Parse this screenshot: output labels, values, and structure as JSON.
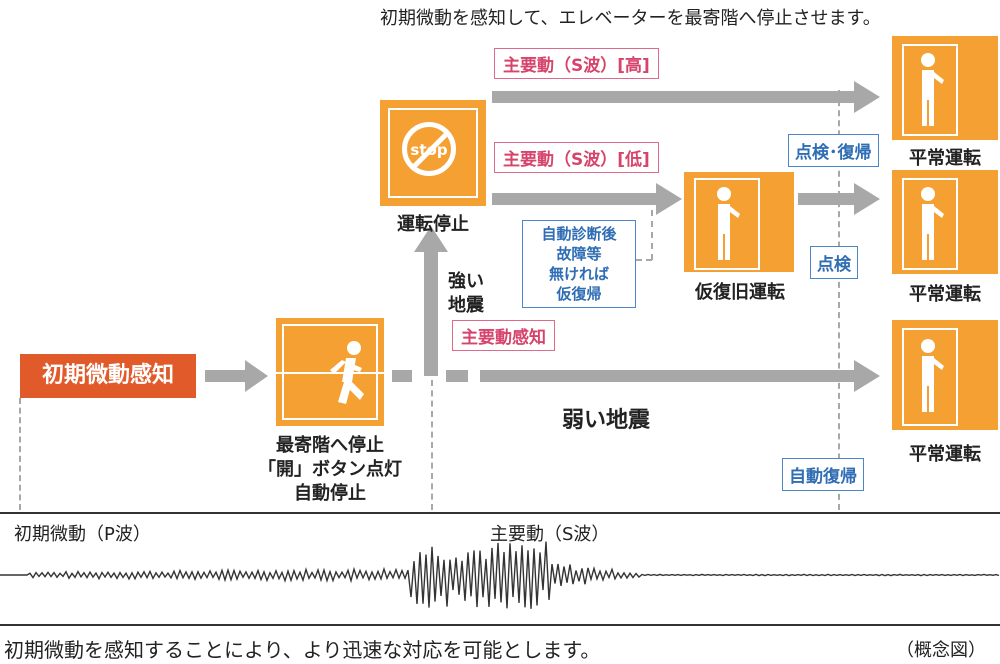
{
  "top_note": "初期微動を感知して、エレベーターを最寄階へ停止させます。",
  "start_label": "初期微動感知",
  "colors": {
    "orange": "#f5a033",
    "red": "#e05a2a",
    "arrow": "#a8a8a8",
    "pink": "#d6446c",
    "blue": "#2f6db4"
  },
  "stage_nearest": [
    "最寄階へ停止",
    "「開」ボタン点灯",
    "自動停止"
  ],
  "stage_stop": "運転停止",
  "stop_sign": "stop",
  "strong_quake": [
    "強い",
    "地震"
  ],
  "weak_quake": "弱い地震",
  "main_motion_detect": "主要動感知",
  "swave_high": "主要動（S波）[高]",
  "swave_low": "主要動（S波）[低]",
  "self_diagnosis": [
    "自動診断後",
    "故障等",
    "無ければ",
    "仮復帰"
  ],
  "temp_recovery": "仮復旧運転",
  "inspect_recover": "点検･復帰",
  "inspect": "点検",
  "auto_recover": "自動復帰",
  "normal_operation": [
    "平常運転",
    "平常運転",
    "平常運転"
  ],
  "pwave_label": "初期微動（P波）",
  "swave_label": "主要動（S波）",
  "bottom_note": "初期微動を感知することにより、より迅速な対応を可能とします。",
  "concept_label": "（概念図）"
}
